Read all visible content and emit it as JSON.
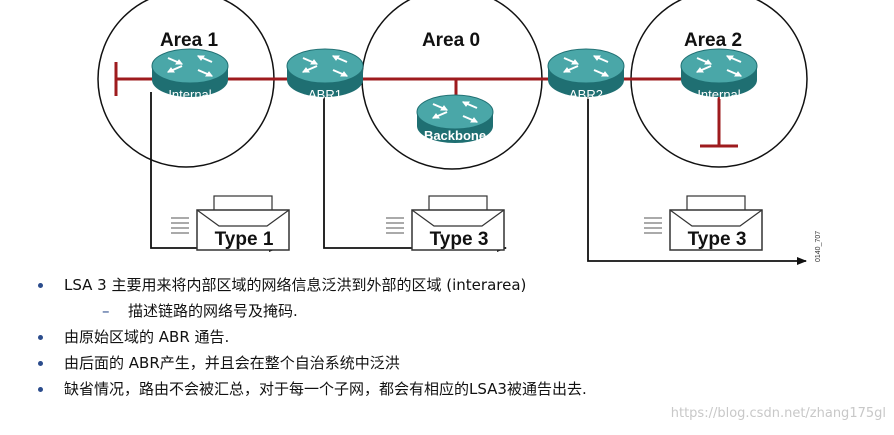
{
  "areas": [
    "Area 1",
    "Area 0",
    "Area 2"
  ],
  "routers": {
    "area1_internal": "Internal",
    "abr1": "ABR1",
    "backbone": "Backbone",
    "abr2": "ABR2",
    "area2_internal": "Internal"
  },
  "lsa_types": [
    "Type 1",
    "Type 3",
    "Type 3"
  ],
  "figure_id": "0140_707",
  "bullets": [
    {
      "level": 1,
      "text": "LSA 3 主要用来将内部区域的网络信息泛洪到外部的区域 (interarea)"
    },
    {
      "level": 2,
      "text": "描述链路的网络号及掩码."
    },
    {
      "level": 1,
      "text": "由原始区域的 ABR 通告."
    },
    {
      "level": 1,
      "text": "由后面的 ABR产生，并且会在整个自治系统中泛洪"
    },
    {
      "level": 1,
      "text": "缺省情况，路由不会被汇总，对于每一个子网，都会有相应的LSA3被通告出去."
    }
  ],
  "watermark": "https://blog.csdn.net/zhang175gl",
  "colors": {
    "link": "#9e1b1e",
    "router_top": "#4aa7a8",
    "router_side": "#1f6f72",
    "arrow": "#111111",
    "bullet": "#2b4c8c"
  },
  "icons": [
    "router-icon",
    "envelope-icon",
    "bullet-dot-icon"
  ]
}
